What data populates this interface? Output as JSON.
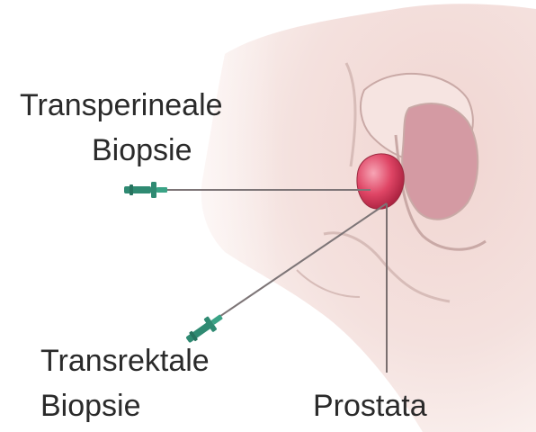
{
  "labels": {
    "transperineal_line1": "Transperineale",
    "transperineal_line2": "Biopsie",
    "transrectal_line1": "Transrektale",
    "transrectal_line2": "Biopsie",
    "prostate": "Prostata"
  },
  "colors": {
    "skin": "#f3ddd8",
    "skin_shadow": "#e6c3bd",
    "outline": "#c9a9a6",
    "prostate": "#d83a5c",
    "rectum": "#d49aa3",
    "needle": "#2f8a72",
    "leader": "#7a6f6f",
    "text": "#2a2a2a"
  },
  "icons": {
    "needle_transperineal": "biopsy-needle-icon",
    "needle_transrectal": "biopsy-needle-icon"
  }
}
